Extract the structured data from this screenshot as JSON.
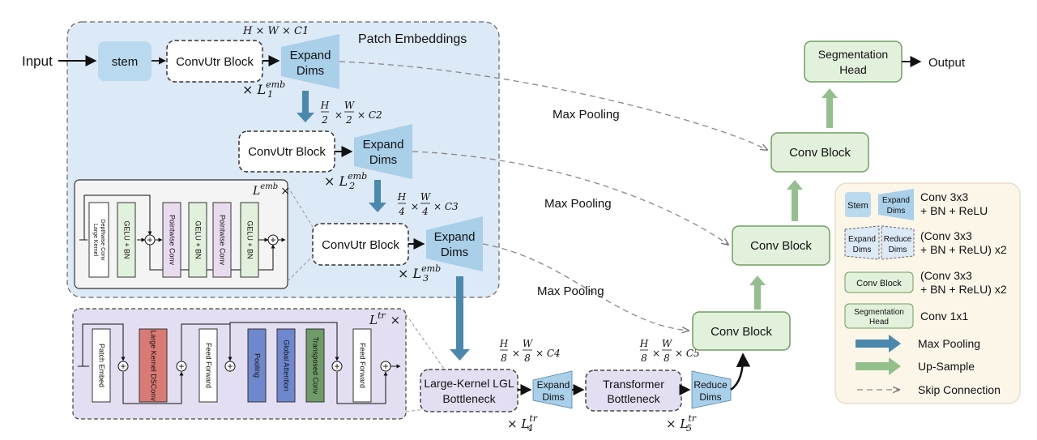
{
  "input_label": "Input",
  "output_label": "Output",
  "patch_embeddings": {
    "title": "Patch Embeddings",
    "stem": "stem",
    "stage1": {
      "block": "ConvUtr Block",
      "expand": [
        "Expand",
        "Dims"
      ],
      "dims": "H × W × C1",
      "repeat": "× L",
      "repeat_sup": "emb",
      "repeat_sub": "1"
    },
    "stage2": {
      "block": "ConvUtr Block",
      "expand": [
        "Expand",
        "Dims"
      ],
      "dims": [
        "H",
        "2",
        "W",
        "2",
        "× C2"
      ],
      "repeat": "× L",
      "repeat_sup": "emb",
      "repeat_sub": "2"
    },
    "stage3": {
      "block": "ConvUtr Block",
      "expand": [
        "Expand",
        "Dims"
      ],
      "dims": [
        "H",
        "4",
        "W",
        "4",
        "× C3"
      ],
      "repeat": "× L",
      "repeat_sup": "emb",
      "repeat_sub": "3"
    }
  },
  "emb_detail": {
    "repeat": "L",
    "repeat_sup": "emb",
    "repeat_x": "×",
    "blocks": [
      "Large Kernel Depthwise Conv",
      "GELU + BN",
      "Pointwise Conv",
      "GELU + BN",
      "Pointwise Conv",
      "GELU + BN"
    ]
  },
  "tr_detail": {
    "repeat": "L",
    "repeat_sup": "tr",
    "repeat_x": "×",
    "blocks": [
      "Patch Embed",
      "Large Kernel DSConv",
      "Feed Forward",
      "Pooling",
      "Global Attention",
      "Transposed Conv",
      "Feed Forward"
    ]
  },
  "bottleneck": {
    "lgl": [
      "Large-Kernel LGL",
      "Bottleneck"
    ],
    "lgl_dims": [
      "H",
      "8",
      "W",
      "8",
      "× C4"
    ],
    "lgl_repeat": "× L",
    "lgl_repeat_sup": "tr",
    "lgl_repeat_sub": "4",
    "expand": [
      "Expand",
      "Dims"
    ],
    "transformer": [
      "Transformer",
      "Bottleneck"
    ],
    "tr_dims": [
      "H",
      "8",
      "W",
      "8",
      "× C5"
    ],
    "tr_repeat": "× L",
    "tr_repeat_sup": "tr",
    "tr_repeat_sub": "5",
    "reduce": [
      "Reduce",
      "Dims"
    ]
  },
  "decoder": {
    "conv_block": "Conv Block",
    "seg_head": [
      "Segmentation",
      "Head"
    ],
    "max_pooling": "Max Pooling"
  },
  "legend": {
    "stem": "Stem",
    "expand": [
      "Expand",
      "Dims"
    ],
    "reduce": [
      "Reduce",
      "Dims"
    ],
    "conv_block": "Conv Block",
    "seg_head": [
      "Segmentation",
      "Head"
    ],
    "row1": [
      "Conv 3x3",
      "+ BN + ReLU"
    ],
    "row2": [
      "(Conv 3x3",
      "+ BN + ReLU) x2"
    ],
    "row3": [
      "(Conv 3x3",
      "+ BN + ReLU) x2"
    ],
    "row4": "Conv 1x1",
    "max_pooling": "Max Pooling",
    "up_sample": "Up-Sample",
    "skip": "Skip Connection"
  },
  "colors": {
    "panel_blue": "#dce9f6",
    "expand_blue": "#a9cfe9",
    "stem_blue": "#b9d9ee",
    "green_fill": "#e2f1dc",
    "green_stroke": "#6f9f5e",
    "up_arrow": "#93bf8c",
    "down_arrow": "#4a88ad",
    "lavender": "#e4def3",
    "legend_bg": "#fbf6e8",
    "red_block": "#d97b74",
    "blue_block": "#6f87cc",
    "green_block": "#6f9b68",
    "pink_block": "#e9dbee"
  }
}
